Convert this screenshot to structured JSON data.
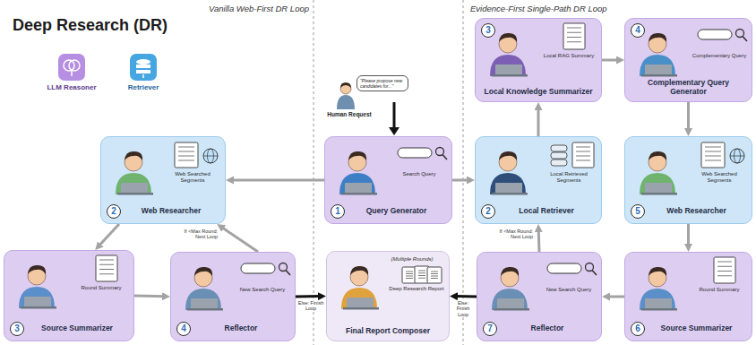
{
  "diagram": {
    "title": "Deep Research (DR)",
    "nodes": [
      {
        "text": [
          "Web Searched Segments",
          "2",
          "Web Researcher"
        ]
      },
      {
        "text": [
          "Round Summary",
          "3",
          "Source Summarizer"
        ]
      },
      {
        "text": [
          "New Search Query",
          "4",
          "Reflector"
        ]
      },
      {
        "text": [
          "Search Query",
          "1",
          "Query Generator"
        ]
      },
      {
        "text": [
          "(Multiple Rounds)",
          "Deep Research Report",
          "Final Report Composer"
        ]
      },
      {
        "text": [
          "Local RAG Summary",
          "3",
          "Local Knowledge Summarizer"
        ]
      },
      {
        "text": [
          "Complementary Query",
          "4",
          "Complementary Query Generator"
        ]
      },
      {
        "text": [
          "Local Retrieved Segments",
          "2",
          "Local Retriever"
        ]
      },
      {
        "text": [
          "Web Searched Segments",
          "5",
          "Web Researcher"
        ]
      },
      {
        "text": [
          "New Search Query",
          "7",
          "Reflector"
        ]
      },
      {
        "text": [
          "Round Summary",
          "6",
          "Source Summarizer"
        ]
      }
    ],
    "edges": [
      {
        "from": 3,
        "to": 0,
        "arrow": "to"
      },
      {
        "from": 3,
        "to": 7,
        "arrow": "to"
      },
      {
        "from": 0,
        "to": 1,
        "arrow": "to"
      },
      {
        "from": 1,
        "to": 2,
        "arrow": "to"
      },
      {
        "from": 2,
        "to": 0,
        "label": "If <Max Round: Next Loop",
        "arrow": "to"
      },
      {
        "from": 2,
        "to": 4,
        "label": "Else: Finish Loop",
        "arrow": "to"
      },
      {
        "from": 7,
        "to": 5,
        "arrow": "to"
      },
      {
        "from": 5,
        "to": 6,
        "arrow": "to"
      },
      {
        "from": 6,
        "to": 8,
        "arrow": "to"
      },
      {
        "from": 8,
        "to": 10,
        "arrow": "to"
      },
      {
        "from": 10,
        "to": 9,
        "arrow": "to"
      },
      {
        "from": 9,
        "to": 7,
        "label": "If <Max Round: Next Loop",
        "arrow": "to"
      },
      {
        "from": 9,
        "to": 4,
        "label": "Else: Finish Loop",
        "arrow": "to"
      }
    ],
    "labels": [
      "Vanilla Web-First DR Loop",
      "Evidence-First Single-Path DR Loop",
      "\"Please propose new candidates for...\"",
      "Human Request"
    ],
    "legend": [
      {
        "text": "LLM Reasoner",
        "color": "#b68ee2"
      },
      {
        "text": "Retriever",
        "color": "#45a6e2"
      }
    ]
  }
}
